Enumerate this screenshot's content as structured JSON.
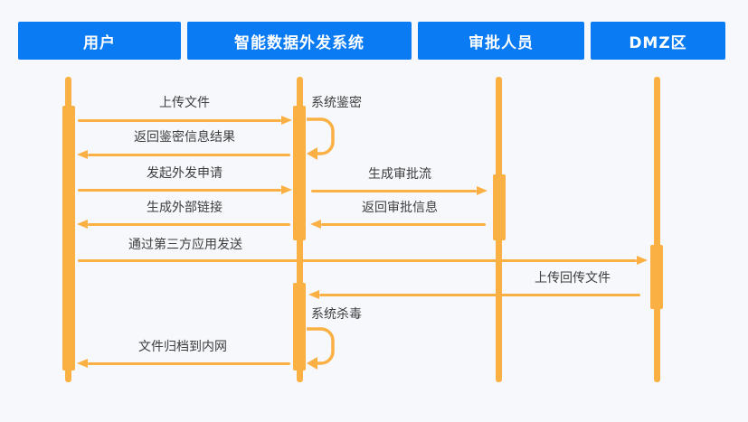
{
  "diagram_type": "sequence-diagram",
  "colors": {
    "header_background": "#0A7BF3",
    "header_text": "#FFFFFF",
    "lifeline_orange": "#FBB043",
    "arrow_orange": "#FBB043",
    "label_text": "#3D3D3D",
    "page_background": "#F6F8FC"
  },
  "actors": [
    {
      "label": "用户"
    },
    {
      "label": "智能数据外发系统"
    },
    {
      "label": "审批人员"
    },
    {
      "label": "DMZ区"
    }
  ],
  "messages": [
    {
      "label": "上传文件",
      "from": "用户",
      "to": "智能数据外发系统",
      "type": "message"
    },
    {
      "label": "系统鉴密",
      "from": "智能数据外发系统",
      "to": "智能数据外发系统",
      "type": "self-loop"
    },
    {
      "label": "返回鉴密信息结果",
      "from": "智能数据外发系统",
      "to": "用户",
      "type": "message"
    },
    {
      "label": "发起外发申请",
      "from": "用户",
      "to": "智能数据外发系统",
      "type": "message"
    },
    {
      "label": "生成审批流",
      "from": "智能数据外发系统",
      "to": "审批人员",
      "type": "message"
    },
    {
      "label": "返回审批信息",
      "from": "审批人员",
      "to": "智能数据外发系统",
      "type": "message"
    },
    {
      "label": "生成外部链接",
      "from": "智能数据外发系统",
      "to": "用户",
      "type": "message"
    },
    {
      "label": "通过第三方应用发送",
      "from": "用户",
      "to": "DMZ区",
      "type": "message"
    },
    {
      "label": "上传回传文件",
      "from": "DMZ区",
      "to": "智能数据外发系统",
      "type": "message"
    },
    {
      "label": "系统杀毒",
      "from": "智能数据外发系统",
      "to": "智能数据外发系统",
      "type": "self-loop"
    },
    {
      "label": "文件归档到内网",
      "from": "智能数据外发系统",
      "to": "用户",
      "type": "message"
    }
  ]
}
